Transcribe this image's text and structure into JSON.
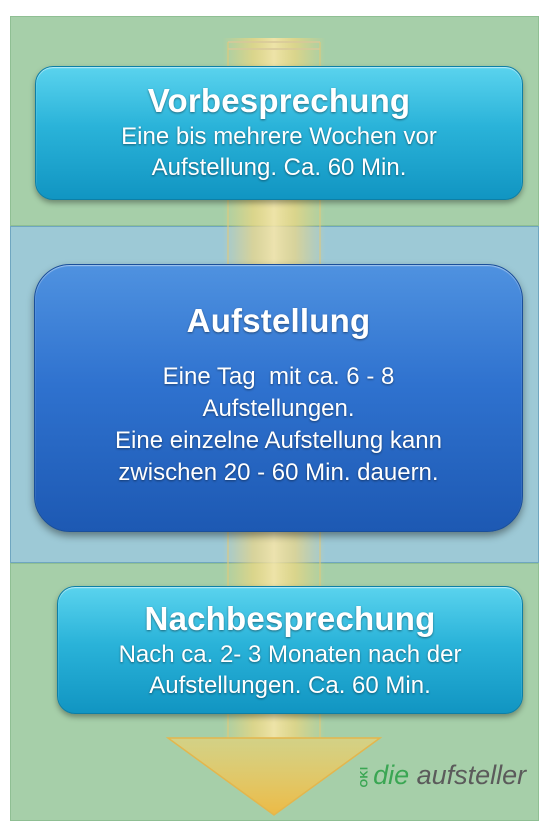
{
  "steps": {
    "first": {
      "title": "Vorbesprechung",
      "description_lines": [
        "Eine bis mehrere Wochen vor",
        "Aufstellung. Ca. 60 Min."
      ]
    },
    "second": {
      "title": "Aufstellung",
      "description_lines": [
        "Eine Tag  mit ca. 6 - 8",
        "Aufstellungen.",
        "Eine einzelne Aufstellung kann",
        "zwischen 20 - 60 Min. dauern."
      ]
    },
    "third": {
      "title": "Nachbesprechung",
      "description_lines": [
        "Nach ca. 2- 3 Monaten nach der",
        "Aufstellungen. Ca. 60 Min."
      ]
    }
  },
  "logo": {
    "prefix": "OKI",
    "word_one": "die",
    "word_two": " aufsteller"
  },
  "colors": {
    "band_green": "#a6cfa9",
    "band_blue": "#9dc9d6",
    "box_cyan": "#2ab3d9",
    "box_blue": "#2f72cf",
    "arrow_yellow": "#f5d97a",
    "logo_green": "#3aa653",
    "logo_gray": "#5b5b5b"
  }
}
